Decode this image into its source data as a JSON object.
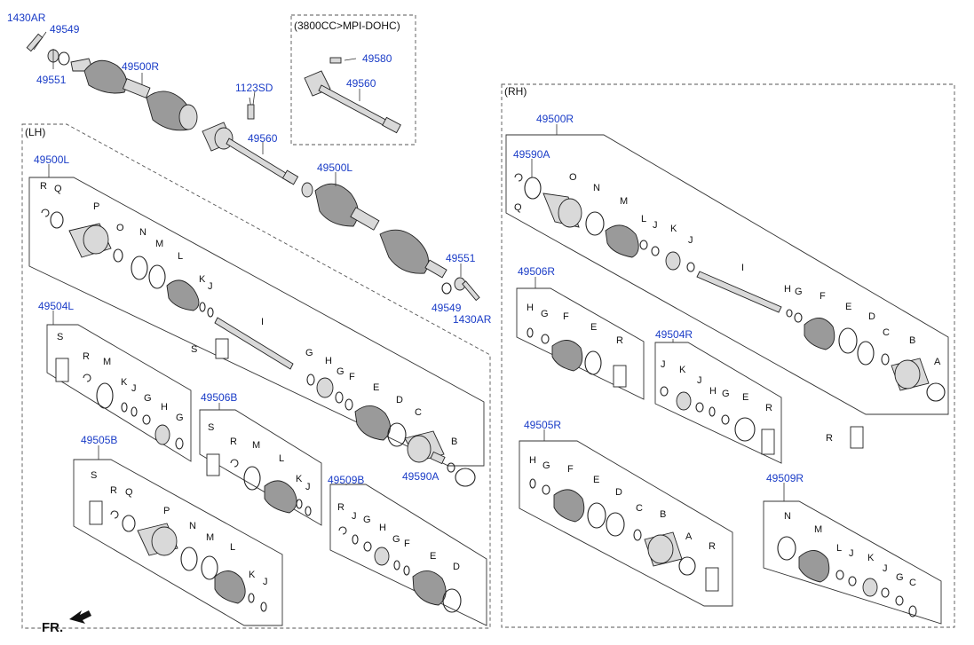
{
  "labels": {
    "p1430ar_top": "1430AR",
    "p49549_top": "49549",
    "p49551_top": "49551",
    "p49500r_top": "49500R",
    "p1123sd": "1123SD",
    "p49560_mid": "49560",
    "p49500l_mid": "49500L",
    "p49551_mid": "49551",
    "p49549_mid": "49549",
    "p1430ar_mid": "1430AR",
    "p49580": "49580",
    "p49560_inset": "49560",
    "p49500l_lh": "49500L",
    "p49504l": "49504L",
    "p49506b": "49506B",
    "p49505b": "49505B",
    "p49509b": "49509B",
    "p49590a_lh": "49590A",
    "p49500r_rh": "49500R",
    "p49590a_rh": "49590A",
    "p49506r": "49506R",
    "p49504r": "49504R",
    "p49505r": "49505R",
    "p49509r": "49509R"
  },
  "sections": {
    "lh": "(LH)",
    "rh": "(RH)",
    "inset": "(3800CC>MPI-DOHC)",
    "front": "FR."
  },
  "letters": {
    "lh_main": [
      "R",
      "Q",
      "P",
      "O",
      "N",
      "M",
      "L",
      "K",
      "J",
      "I",
      "S",
      "G",
      "H",
      "G",
      "F",
      "E",
      "D",
      "C",
      "B"
    ],
    "b504l": [
      "S",
      "R",
      "M",
      "K",
      "J",
      "G",
      "H",
      "G"
    ],
    "b506b": [
      "S",
      "R",
      "M",
      "L",
      "K",
      "J"
    ],
    "b505b": [
      "S",
      "R",
      "Q",
      "P",
      "N",
      "M",
      "L",
      "K",
      "J"
    ],
    "b509b": [
      "R",
      "J",
      "G",
      "H",
      "G",
      "F",
      "E",
      "D"
    ],
    "rh_main": [
      "Q",
      "O",
      "N",
      "M",
      "L",
      "J",
      "K",
      "J",
      "I",
      "H",
      "G",
      "F",
      "E",
      "D",
      "C",
      "B",
      "A"
    ],
    "b506r": [
      "H",
      "G",
      "F",
      "E",
      "R"
    ],
    "b504r": [
      "J",
      "K",
      "J",
      "H",
      "G",
      "E",
      "R"
    ],
    "b505r": [
      "H",
      "G",
      "F",
      "E",
      "D",
      "C",
      "B",
      "A",
      "R"
    ],
    "b509r": [
      "N",
      "M",
      "L",
      "J",
      "K",
      "J",
      "G",
      "C"
    ],
    "rh_loose": [
      "R"
    ]
  },
  "colors": {
    "part_number": "#1a3cc7",
    "line": "#333333"
  }
}
